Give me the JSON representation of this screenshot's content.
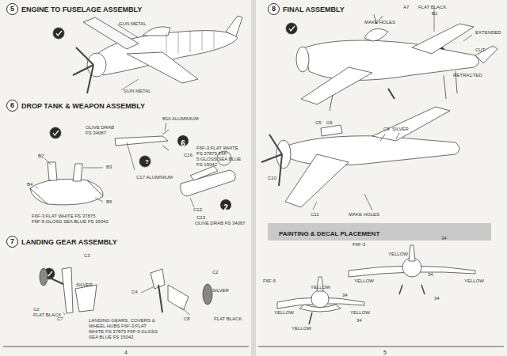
{
  "diagram": {
    "nodes": [
      {
        "text": [
          "5",
          "ENGINE TO FUSELAGE ASSEMBLY"
        ]
      },
      {
        "text": [
          "6",
          "DROP TANK & WEAPON ASSEMBLY"
        ]
      },
      {
        "text": [
          "7",
          "LANDING GEAR ASSEMBLY"
        ]
      },
      {
        "text": [
          "8",
          "FINAL ASSEMBLY"
        ]
      },
      {
        "text": [
          "PAINTING & DECAL PLACEMENT"
        ]
      },
      {
        "text": [
          "6"
        ]
      },
      {
        "text": [
          "2"
        ]
      }
    ],
    "edges": [],
    "labels": [
      "GUN METAL",
      "GUN METAL",
      "B10 ALUMINIUM",
      "OLIVE DRAB FS 34087",
      "C17 ALUMINIUM",
      "B2",
      "B3",
      "B4",
      "B5",
      "F6F-3:FLAT WHITE FS 37875",
      "F6F-5:GLOSS SEA BLUE FS 15042",
      "C16",
      "F6F-3:FLAT WHITE FS 37875 F6F-5:GLOSS SEA BLUE FS 15042",
      "C12",
      "C13",
      "OLIVE DRAB FS 34087",
      "C3",
      "SILVER",
      "C2",
      "FLAT BLACK",
      "C7",
      "LANDING GEARS, COVERS & WHEEL HUBS F6F-3:FLAT WHITE FS 37875 F6F-5:GLOSS SEA BLUE FS 15042",
      "C4",
      "C2",
      "SILVER",
      "C8",
      "FLAT BLACK",
      "A7",
      "FLAT BLACK",
      "B1",
      "MAKE HOLES",
      "EXTENDED",
      "CUT",
      "RETRACTED",
      "C5",
      "C6",
      "C9",
      "SILVER",
      "C10",
      "C11",
      "MAKE HOLES",
      "F6F-3",
      "YELLOW",
      "YELLOW",
      "YELLOW",
      "34",
      "34",
      "34",
      "F6F-5",
      "YELLOW",
      "YELLOW",
      "YELLOW",
      "34",
      "34",
      "YELLOW",
      "?",
      "?",
      "4",
      "5"
    ]
  }
}
